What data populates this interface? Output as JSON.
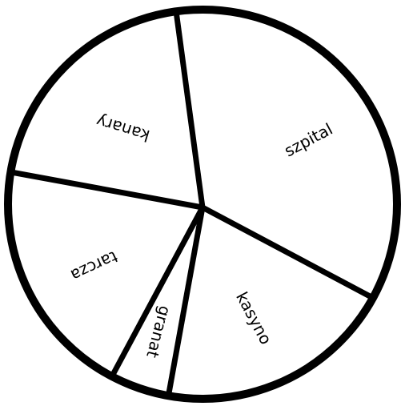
{
  "colors": {
    "background": "#ffffff",
    "stroke": "#000000"
  },
  "wheel": {
    "segments": [
      {
        "label": "szpital"
      },
      {
        "label": "kasyno"
      },
      {
        "label": "granat"
      },
      {
        "label": "tarcza"
      },
      {
        "label": "kanary"
      }
    ]
  }
}
